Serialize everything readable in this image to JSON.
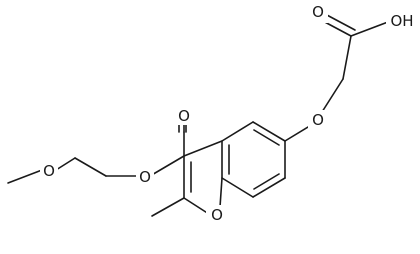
{
  "atom_labels": {
    "carbonyl_o_ester": "O",
    "ester_o": "O",
    "ether_o_chain": "O",
    "ring_o": "O",
    "aryl_ether_o": "O",
    "acid_carbonyl_o": "O",
    "acid_oh": "OH"
  }
}
